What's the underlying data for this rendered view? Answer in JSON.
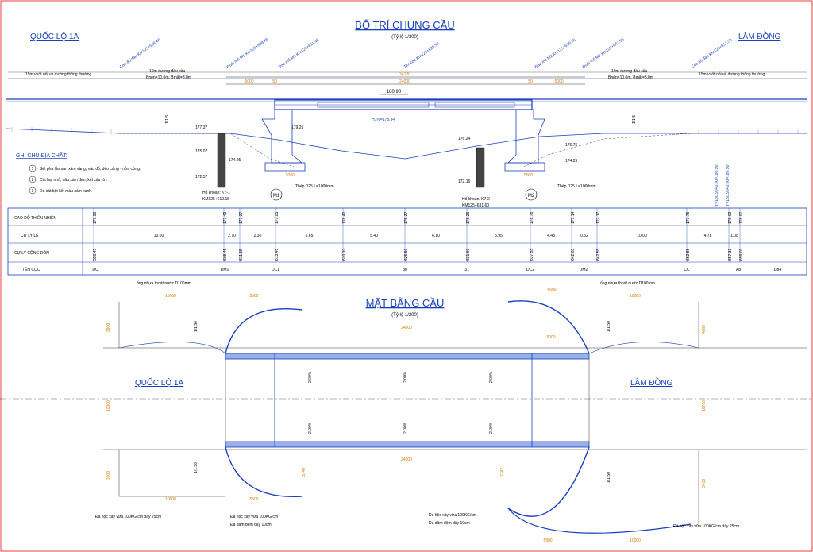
{
  "elevation": {
    "title": "BỐ TRÍ CHUNG CẦU",
    "scale": "(Tỷ lệ 1/200)",
    "left_road": "QUỐC LỘ 1A",
    "right_road": "LÂM ĐỒNG",
    "approach_left": "15m vuốt nối về đường thông thường",
    "approach_right": "15m vuốt nối về đường thông thường",
    "bridge_head_left": "10m đường đầu cầu",
    "bridge_head_right": "10m đường đầu cầu",
    "width_left": "Bnền=10.0m, Bmặt=8.0m",
    "width_right": "Bnền=10.0m, Bmặt=8.0m",
    "top_len": "34100",
    "span_len": "24000",
    "side_left": "5000",
    "side_right": "5000",
    "joint_left": "50",
    "joint_right": "50",
    "deck_level": "180.90",
    "water_level": "H1%=178.34",
    "pile_length_left": "Thép D25\nL=1000mm",
    "pile_length_right": "Thép D25\nL=1000mm",
    "abut_left": "M1",
    "abut_right": "M2",
    "bore_left": "Hố khoan: K7-1",
    "bore_left_km": "KM125+610.15",
    "bore_right": "Hố khoan: K7-2",
    "bore_right_km": "KM125+631.60",
    "dim_5200": "5200",
    "dim_5000": "5000",
    "levels_left": [
      "177.37",
      "175.07",
      "174.25",
      "172.57"
    ],
    "levels_right": [
      "176.24",
      "172.16",
      "176.75",
      "174.25"
    ],
    "lev_179": "179.25",
    "slope_left": "1/1.5",
    "slope_right": "1/1.5",
    "rotated_labels_left": [
      "Cao độ đầu\nKm125+598.46",
      "Đuôi mố M1\nKm125+608.46",
      "Đầu mố M1\nKm125+611.46"
    ],
    "rotated_labels_mid": [
      "Tim cầu\nKm125+625.50"
    ],
    "rotated_labels_right": [
      "Đầu mố M2\nKm125+639.55",
      "Đuôi mố M2\nKm125+642.55",
      "Cao độ đầu\nKm125+652.55"
    ],
    "y_level": "Y=180.90+0.00=180.90"
  },
  "geology": {
    "title": "GHI CHÚ ĐỊA CHẤT:",
    "items": [
      {
        "n": "1",
        "text": "Sét pha lẫn sạn xám vàng, nâu đỏ, dẻo cứng - nửa cứng."
      },
      {
        "n": "2",
        "text": "Cát hạt nhỏ, nâu xám đen, kết cấu rời."
      },
      {
        "n": "3",
        "text": "Đá cát bột kết màu xám xanh."
      }
    ]
  },
  "table": {
    "rows": [
      "CAO ĐỘ THIÊN NHIÊN",
      "CỰ LY LẺ",
      "CỰ LY CỘNG DỒN",
      "TÊN CỌC"
    ],
    "elev": [
      "177.96",
      "177.42",
      "177.27",
      "177.05",
      "178.40",
      "175.27",
      "178.26",
      "178.78",
      "177.14",
      "177.17",
      "177.75",
      "178.02",
      "178.07"
    ],
    "dist": [
      "10.00",
      "2.70",
      "2.30",
      "6.65",
      "5.40",
      "6.10",
      "5.95",
      "4.48",
      "0.52",
      "10.00",
      "4.78",
      "1.08"
    ],
    "cum": [
      "598.45",
      "608.45",
      "611.15",
      "613.45",
      "620.10",
      "625.50",
      "631.60",
      "637.55",
      "642.03",
      "642.55",
      "652.55",
      "657.33",
      "659.01"
    ],
    "names": [
      "DC",
      "DM1",
      "DC1",
      "30",
      "31",
      "DC2",
      "DM2",
      "CC",
      "A8",
      "TD84"
    ]
  },
  "plan": {
    "title": "MẶT BẰNG CẦU",
    "scale": "(Tỷ lệ 1/200)",
    "left_road": "QUỐC LỘ 1A",
    "right_road": "LÂM ĐỒNG",
    "drain_left": "ống nhựa thoát nước D100mm",
    "drain_right": "ống nhựa thoát nước D100mm",
    "dim_10000": "10000",
    "dim_5500": "5500",
    "dim_6600": "6600",
    "dim_24000": "24000",
    "dim_3900": "3900",
    "dim_4860": "4860",
    "dim_10000v": "10000",
    "dim_3000": "3000",
    "dim_3740": "3740",
    "dim_3410": "3410",
    "dim_5000": "5000",
    "dim_10700": "10700",
    "dim_7742": "7742",
    "dim_5800": "5800",
    "slope": "2.00%",
    "slope_ratio": "1/1.50",
    "note_a": "Đá hộc xây vữa 100KG/cm dày 25cm",
    "note_b": "Đá hộc xây vữa 100KG/cm",
    "note_c": "Đá dăm đệm dày 10cm",
    "note_d": "Đá hộc xây vữa 100KG/cm",
    "note_e": "Đá dăm đệm dày 10cm",
    "note_f": "Đá hộc xây vữa 100KG/cm dày 25cm"
  }
}
